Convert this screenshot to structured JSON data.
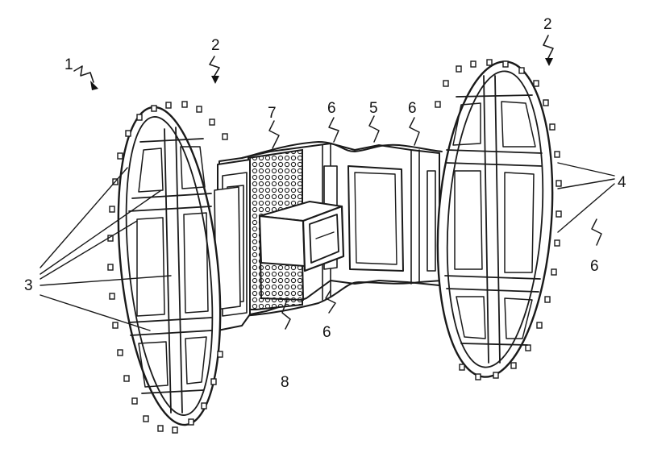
{
  "figure": {
    "labels": [
      {
        "id": "assembly",
        "text": "1"
      },
      {
        "id": "disc-left",
        "text": "2"
      },
      {
        "id": "disc-right",
        "text": "2"
      },
      {
        "id": "ribs",
        "text": "3"
      },
      {
        "id": "rim-studs",
        "text": "4"
      },
      {
        "id": "core",
        "text": "5"
      },
      {
        "id": "fold-top-left",
        "text": "6"
      },
      {
        "id": "fold-top-right",
        "text": "6"
      },
      {
        "id": "fold-bottom",
        "text": "6"
      },
      {
        "id": "fold-right",
        "text": "6"
      },
      {
        "id": "mesh",
        "text": "7"
      },
      {
        "id": "hub",
        "text": "8"
      }
    ]
  }
}
